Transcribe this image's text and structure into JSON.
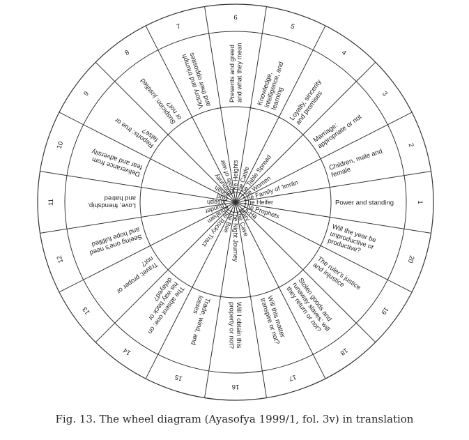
{
  "caption": "Fig. 13. The wheel diagram (Ayasofya 1999/1, fol. 3v) in translation",
  "outer_numbers": [
    "1",
    "2",
    "3",
    "4",
    "5",
    "6",
    "7",
    "8",
    "9",
    "10",
    "11",
    "12",
    "13",
    "14",
    "15",
    "16",
    "17",
    "18",
    "19",
    "20"
  ],
  "questions": [
    "Power and standing",
    "Children, male and female",
    "Marriage: appropriate or not",
    "Loyalty, sincerity and promises",
    "Knowledge, intelligence, and learning",
    "Presents and greed and what they mean",
    "Victory and triumph and their opposites",
    "Suspicion: justified or not?",
    "Reports: true or false?",
    "Deliverance from fear and adversity",
    "Love, friendship, and hatred",
    "Seeing one's need and hope fulfilled",
    "Travel: proper or not?",
    "The absent one: on his way back or delayed?",
    "Trade, wind, and losses",
    "Will I obtain this property or not?",
    "Will this matter transpire or not?",
    "Stolen goods and runaway slaves: will they return or not?",
    "The ruler's justice and injustice",
    "Will the year be unproductive or productive?"
  ],
  "suras": [
    "The Heifer",
    "The Family of 'Imrān",
    "The Women",
    "The Table Spread",
    "The Cattle",
    "The Heights",
    "Spoils of war",
    "Immunity",
    "Jonah",
    "Hūd",
    "Joseph",
    "Thunder",
    "Abraham",
    "The Rocky Tract",
    "The Bee",
    "The Night Journey",
    "The Cave",
    "Mary",
    "Ṭā-Hā",
    "The Prophets"
  ]
}
